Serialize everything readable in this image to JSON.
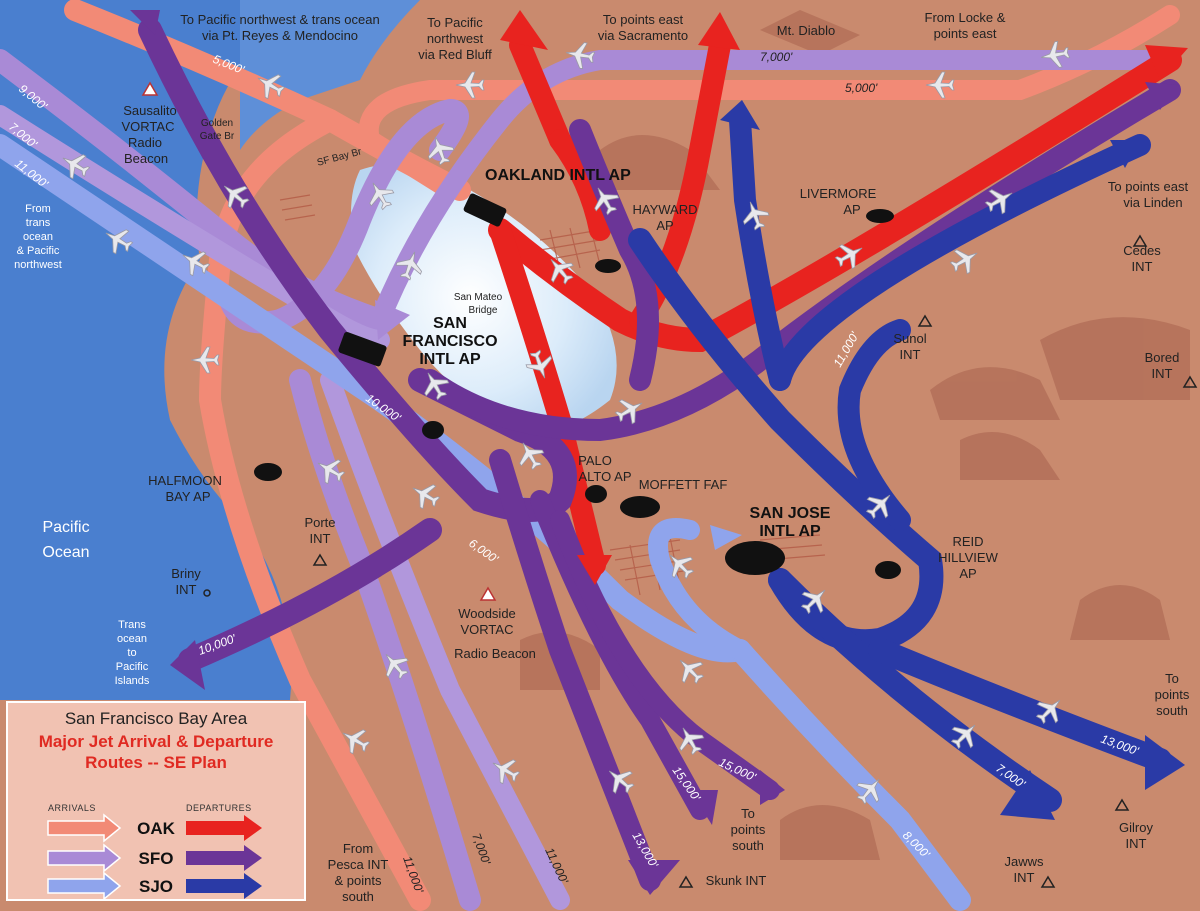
{
  "legend": {
    "title": "San Francisco Bay Area",
    "subtitle_line1": "Major Jet Arrival & Departure",
    "subtitle_line2": "Routes -- SE Plan",
    "arrivals_header": "ARRIVALS",
    "departures_header": "DEPARTURES",
    "rows": [
      {
        "code": "OAK",
        "arrival_color": "#f28a76",
        "departure_color": "#e8231f"
      },
      {
        "code": "SFO",
        "arrival_color": "#a98ad6",
        "departure_color": "#6b3597"
      },
      {
        "code": "SJO",
        "arrival_color": "#8fa4ec",
        "departure_color": "#2a3aa6"
      }
    ]
  },
  "colors": {
    "ocean": "#4a7fcf",
    "land": "#c98a6e",
    "bay": "#ddeefa"
  },
  "airports": {
    "oakland": "OAKLAND INTL AP",
    "sfo_line1": "SAN",
    "sfo_line2": "FRANCISCO",
    "sfo_line3": "INTL AP",
    "sanjose_line1": "SAN JOSE",
    "sanjose_line2": "INTL AP",
    "hayward_line1": "HAYWARD",
    "hayward_line2": "AP",
    "livermore_line1": "LIVERMORE",
    "livermore_line2": "AP",
    "paloalto_line1": "PALO",
    "paloalto_line2": "ALTO AP",
    "moffett": "MOFFETT FAF",
    "halfmoon_line1": "HALFMOON",
    "halfmoon_line2": "BAY AP",
    "reid_line1": "REID",
    "reid_line2": "HILLVIEW",
    "reid_line3": "AP"
  },
  "places": {
    "sausalito": [
      "Sausalito",
      "VORTAC",
      "Radio",
      "Beacon"
    ],
    "woodside": [
      "Woodside",
      "VORTAC",
      "Radio Beacon"
    ],
    "golden_gate": [
      "Golden",
      "Gate Br"
    ],
    "sf_bay_br": "SF Bay Br",
    "san_mateo": [
      "San Mateo",
      "Bridge"
    ],
    "mt_diablo": "Mt. Diablo",
    "pacific": [
      "Pacific",
      "Ocean"
    ],
    "briny": [
      "Briny",
      "INT"
    ],
    "porte": [
      "Porte",
      "INT"
    ],
    "cedes": [
      "Cedes",
      "INT"
    ],
    "sunol": [
      "Sunol",
      "INT"
    ],
    "bored": [
      "Bored",
      "INT"
    ],
    "gilroy": [
      "Gilroy",
      "INT"
    ],
    "jawws": [
      "Jawws",
      "INT"
    ],
    "skunk": "Skunk INT"
  },
  "directions": {
    "pac_nw": [
      "To Pacific northwest & trans ocean",
      "via Pt. Reyes & Mendocino"
    ],
    "pac_nw_redbluff": [
      "To Pacific",
      "northwest",
      "via Red Bluff"
    ],
    "east_sac": [
      "To points east",
      "via Sacramento"
    ],
    "locke": [
      "From Locke &",
      "points east"
    ],
    "linden": [
      "To points east",
      "via Linden"
    ],
    "from_trans": [
      "From",
      "trans",
      "ocean",
      "& Pacific",
      "northwest"
    ],
    "trans_pac": [
      "Trans",
      "ocean",
      "to",
      "Pacific",
      "Islands"
    ],
    "south_right": [
      "To",
      "points",
      "south"
    ],
    "south_mid": [
      "To",
      "points",
      "south"
    ],
    "from_pesca": [
      "From",
      "Pesca INT",
      "& points",
      "south"
    ]
  },
  "altitudes": {
    "a5000_nw": "5,000'",
    "a9000": "9,000'",
    "a7000_w": "7,000'",
    "a11000_w": "11,000'",
    "a7000_n": "7,000'",
    "a5000_n": "5,000'",
    "a11000_e": "11,000'",
    "a10000_sfo": "10,000'",
    "a6000": "6,000'",
    "a10000_w": "10,000'",
    "a15000_a": "15,000'",
    "a15000_b": "15,000'",
    "a13000_s": "13,000'",
    "a7000_se": "7,000'",
    "a13000_se": "13,000'",
    "a8000": "8,000'",
    "a11000_s": "11,000'",
    "a7000_s": "7,000'",
    "a11000_ss": "11,000'"
  }
}
